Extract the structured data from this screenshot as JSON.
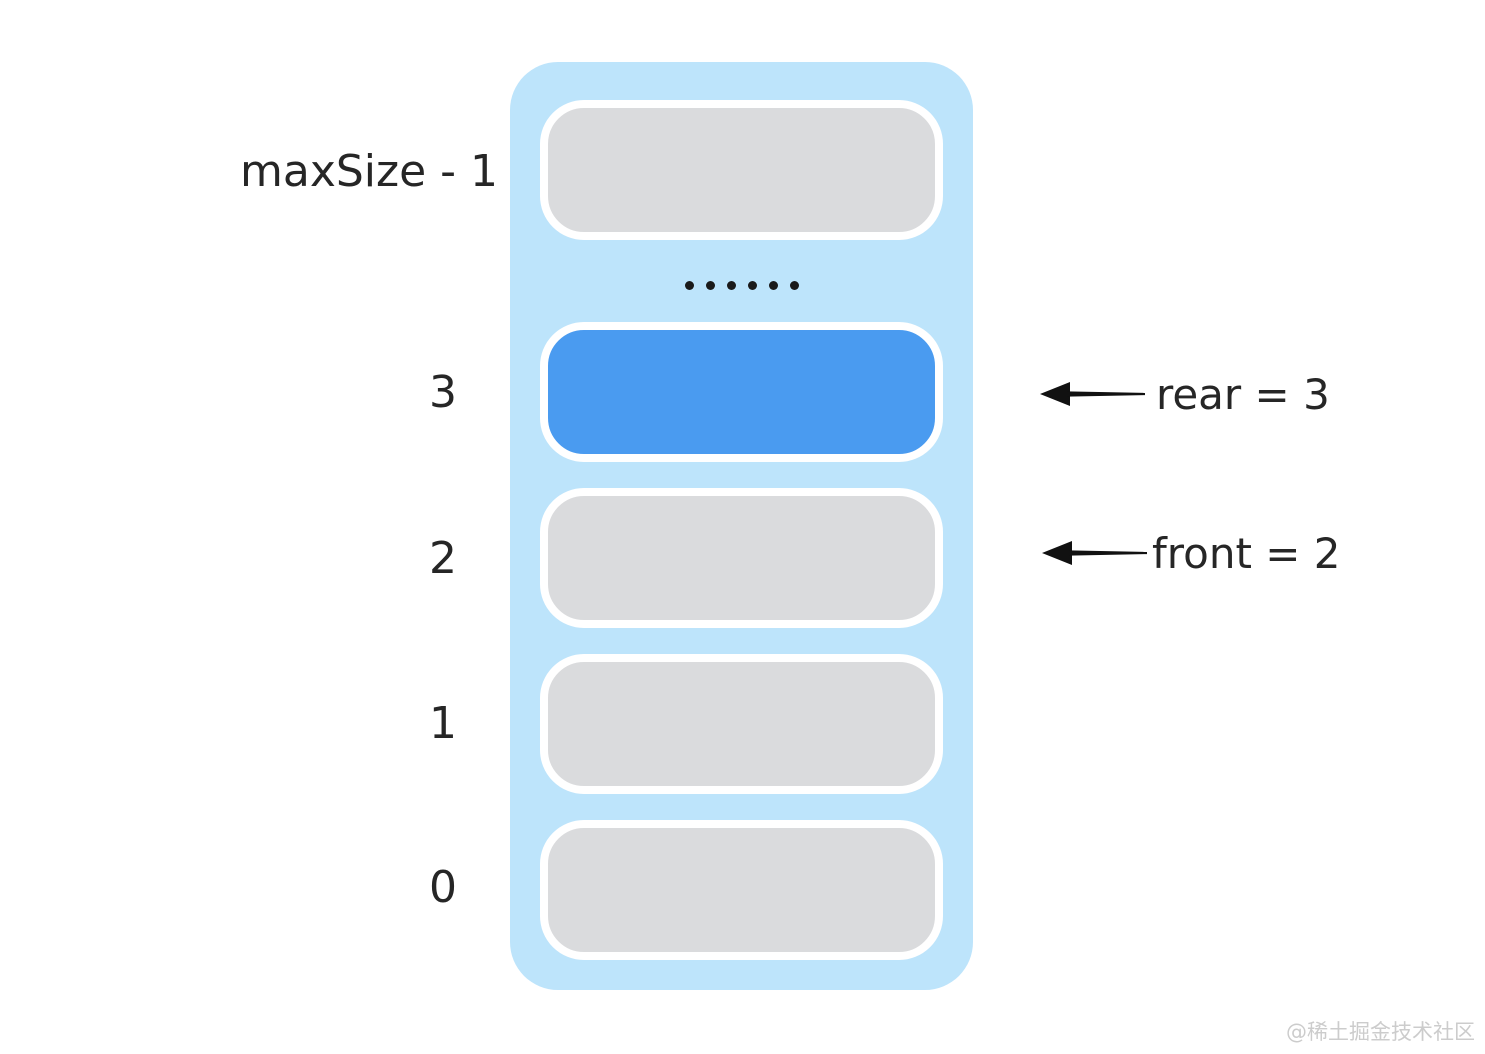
{
  "diagram": {
    "slots": [
      {
        "index_label": "maxSize - 1",
        "state": "empty"
      },
      {
        "index_label": "3",
        "state": "filled"
      },
      {
        "index_label": "2",
        "state": "empty"
      },
      {
        "index_label": "1",
        "state": "empty"
      },
      {
        "index_label": "0",
        "state": "empty"
      }
    ],
    "ellipsis_dot_count": 6,
    "annotations": [
      {
        "label": "rear = 3",
        "target_index_label": "3"
      },
      {
        "label": "front = 2",
        "target_index_label": "2"
      }
    ],
    "colors": {
      "container_bg": "#bde4fb",
      "slot_empty": "#dadbdd",
      "slot_filled": "#4a9bf0",
      "slot_border": "#ffffff",
      "text": "#262626",
      "arrow": "#111111",
      "watermark": "#cccccc"
    },
    "watermark": "@稀土掘金技术社区"
  }
}
